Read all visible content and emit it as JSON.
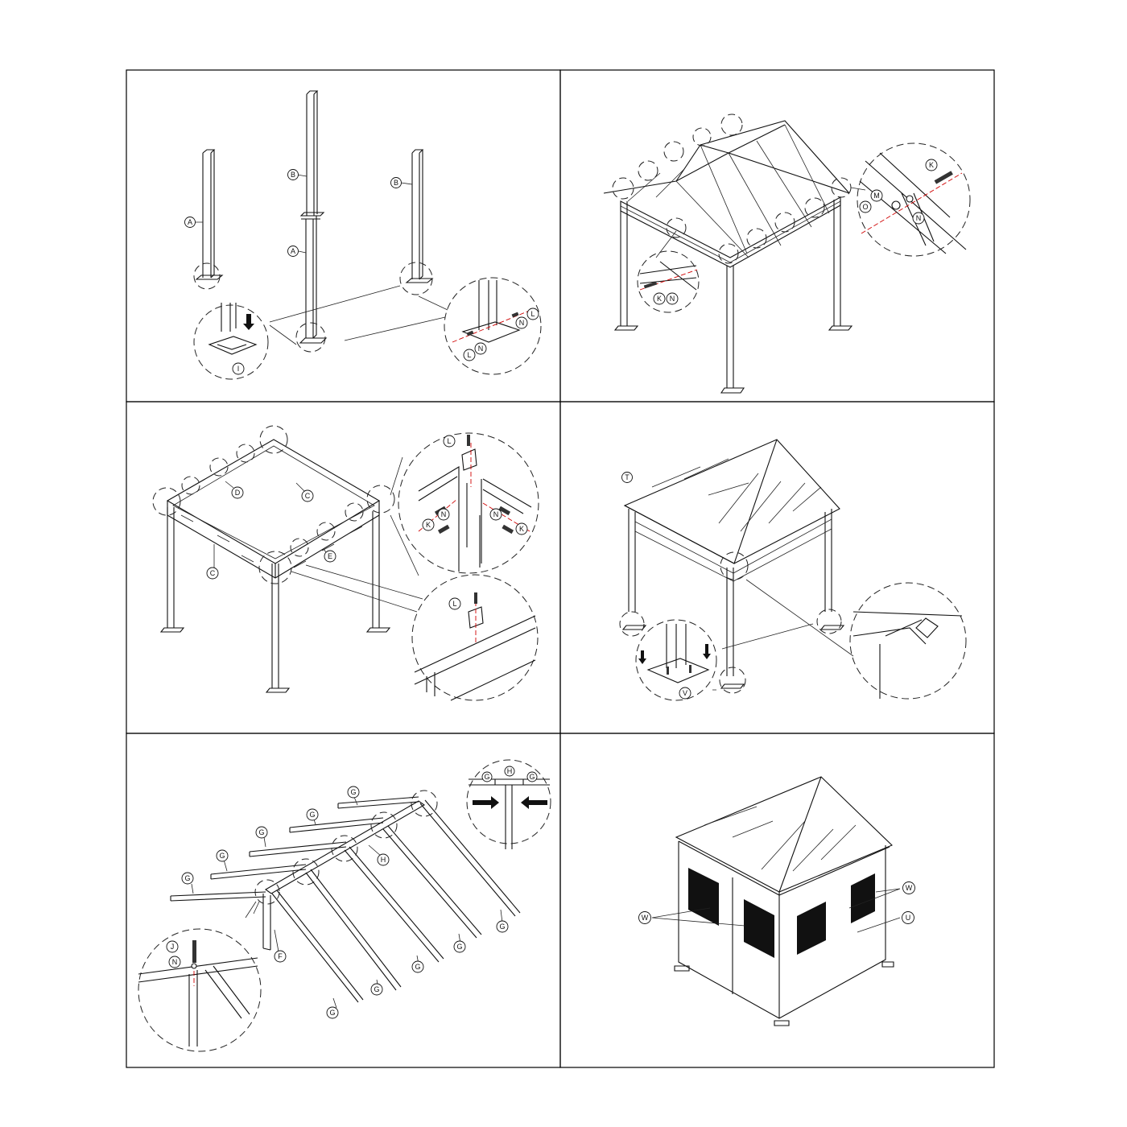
{
  "panels": [
    {
      "id": "step1",
      "callouts": [
        "A",
        "A",
        "B",
        "B",
        "I",
        "L",
        "N",
        "L",
        "N"
      ]
    },
    {
      "id": "step2",
      "callouts": [
        "K",
        "M",
        "O",
        "N",
        "K",
        "N"
      ]
    },
    {
      "id": "step3",
      "callouts": [
        "D",
        "C",
        "C",
        "E",
        "L",
        "N",
        "K",
        "N",
        "K",
        "L"
      ]
    },
    {
      "id": "step4",
      "callouts": [
        "T",
        "V"
      ]
    },
    {
      "id": "step5",
      "callouts": [
        "G",
        "G",
        "G",
        "G",
        "G",
        "H",
        "G",
        "H",
        "G",
        "J",
        "N",
        "F",
        "G",
        "G",
        "G",
        "G",
        "G"
      ]
    },
    {
      "id": "step6",
      "callouts": [
        "W",
        "W",
        "U"
      ]
    }
  ]
}
